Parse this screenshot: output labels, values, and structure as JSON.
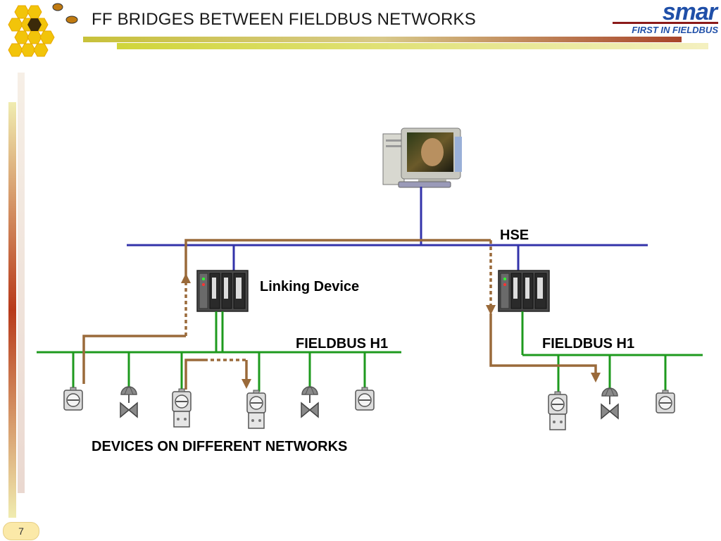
{
  "slide": {
    "title": "FF BRIDGES BETWEEN FIELDBUS NETWORKS",
    "page_number": "7"
  },
  "logo": {
    "brand": "smar",
    "tagline": "FIRST IN FIELDBUS"
  },
  "labels": {
    "hse": "HSE",
    "linking_device": "Linking Device",
    "fieldbus_left": "FIELDBUS H1",
    "fieldbus_right": "FIELDBUS H1",
    "caption": "DEVICES ON DIFFERENT NETWORKS"
  },
  "colors": {
    "hse_bus": "#3333aa",
    "fieldbus": "#1e9a1e",
    "signal_path": "#9a6a3a",
    "device_gray": "#8a8a8a"
  }
}
